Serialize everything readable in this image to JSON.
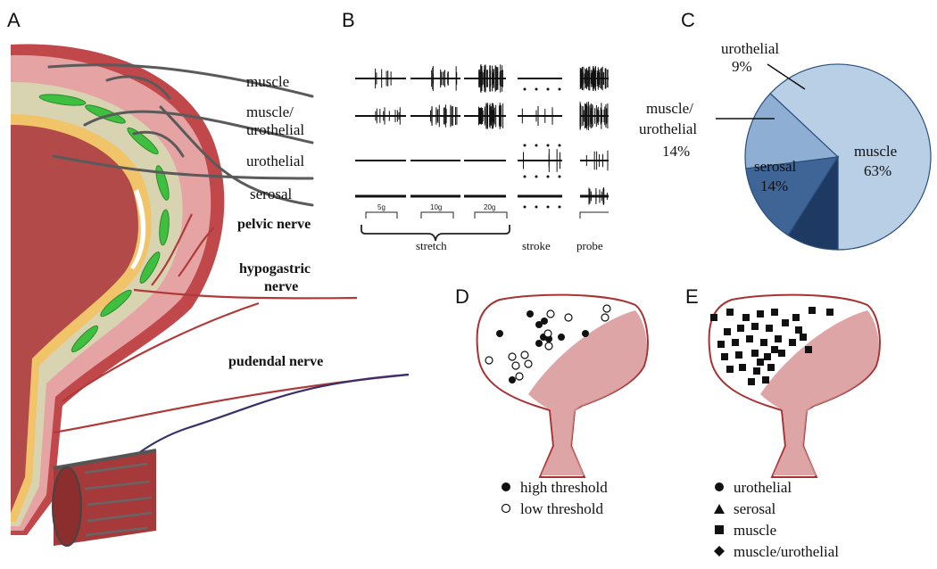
{
  "panels": {
    "a": "A",
    "b": "B",
    "c": "C",
    "d": "D",
    "e": "E"
  },
  "panel_a": {
    "labels": {
      "muscle": "muscle",
      "muscle_uro_1": "muscle/",
      "muscle_uro_2": "urothelial",
      "urothelial": "urothelial",
      "serosal": "serosal",
      "pelvic": "pelvic nerve",
      "hypogastric_1": "hypogastric",
      "hypogastric_2": "nerve",
      "pudendal": "pudendal nerve"
    },
    "colors": {
      "muscle": "#c0474a",
      "submucosa": "#d8d3b0",
      "urothelium": "#f2c46a",
      "lumen": "#b24a4a",
      "green_fiber": "#3fbf3f",
      "nerve_gray": "#5a5a5a",
      "pelvic": "#b03a3a",
      "pudendal": "#3a2f6a"
    }
  },
  "panel_b": {
    "stim_labels": [
      "5g",
      "10g",
      "20g"
    ],
    "groups": {
      "stretch": "stretch",
      "stroke": "stroke",
      "probe": "probe"
    }
  },
  "panel_c": {
    "chart_data": {
      "type": "pie",
      "slices": [
        {
          "name": "muscle",
          "value": 63,
          "label": "muscle",
          "pct": "63%",
          "color": "#b8cfe6"
        },
        {
          "name": "serosal",
          "value": 14,
          "label": "serosal",
          "pct": "14%",
          "color": "#8eaed4"
        },
        {
          "name": "muscle/urothelial",
          "value": 14,
          "label_1": "muscle/",
          "label_2": "urothelial",
          "pct": "14%",
          "color": "#3e6596"
        },
        {
          "name": "urothelial",
          "value": 9,
          "label": "urothelial",
          "pct": "9%",
          "color": "#1e3a63"
        }
      ]
    }
  },
  "panel_d": {
    "legend": {
      "high": "high threshold",
      "low": "low threshold"
    }
  },
  "panel_e": {
    "legend": {
      "urothelial": "urothelial",
      "serosal": "serosal",
      "muscle": "muscle",
      "muscle_uro": "muscle/urothelial"
    }
  }
}
